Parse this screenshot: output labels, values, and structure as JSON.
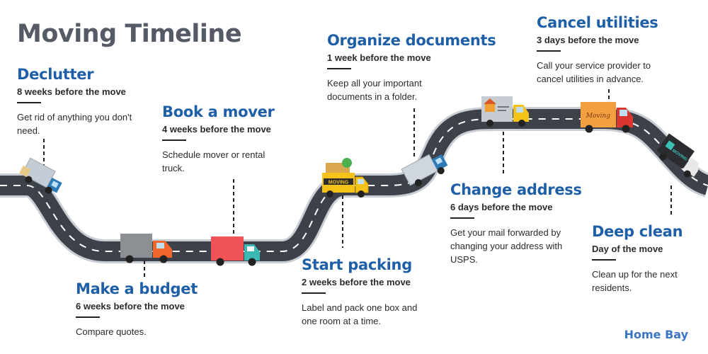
{
  "title": "Moving Timeline",
  "brand": "Home Bay",
  "colors": {
    "road": "#3d4149",
    "road_edge": "#c9ced4",
    "heading": "#1f5fa8",
    "title": "#545a66"
  },
  "steps": [
    {
      "heading": "Declutter",
      "when": "8 weeks before the move",
      "desc": "Get rid of anything you don't need."
    },
    {
      "heading": "Make a budget",
      "when": "6 weeks before the move",
      "desc": "Compare quotes."
    },
    {
      "heading": "Book a mover",
      "when": "4 weeks before the move",
      "desc": "Schedule mover or rental truck."
    },
    {
      "heading": "Start packing",
      "when": "2 weeks before the move",
      "desc": "Label and pack one box and one room at a time."
    },
    {
      "heading": "Organize documents",
      "when": "1 week before the move",
      "desc": "Keep all your important documents in a folder."
    },
    {
      "heading": "Change address",
      "when": "6 days before the move",
      "desc": "Get your mail forwarded by changing your address with USPS."
    },
    {
      "heading": "Cancel utilities",
      "when": "3 days before the move",
      "desc": "Call your service provider to cancel utilities in advance."
    },
    {
      "heading": "Deep clean",
      "when": "Day of the move",
      "desc": "Clean up for the next residents."
    }
  ],
  "truck_signs": {
    "packing_truck": "MOVING",
    "utilities_truck": "Moving",
    "deep_clean_truck": "MOVING"
  }
}
